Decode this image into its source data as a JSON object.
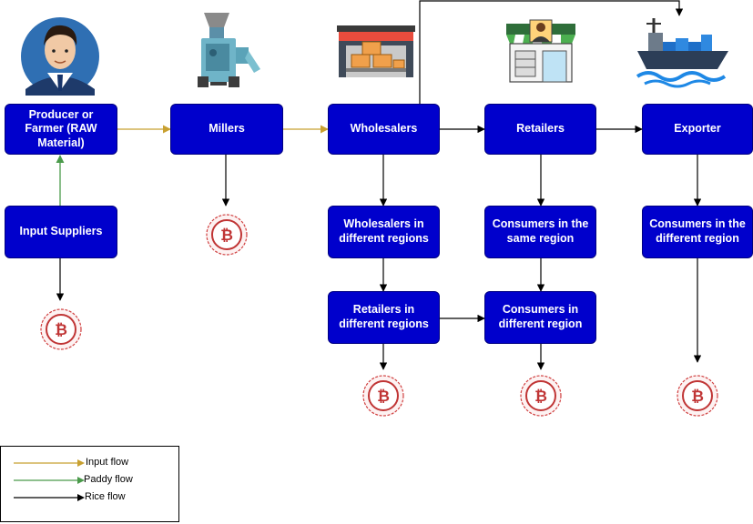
{
  "nodes": {
    "producer": "Producer or Farmer (RAW Material)",
    "millers": "Millers",
    "wholesalers": "Wholesalers",
    "retailers": "Retailers",
    "exporter": "Exporter",
    "input_suppliers": "Input Suppliers",
    "wholesalers_regions": "Wholesalers in different regions",
    "consumers_same": "Consumers in the same region",
    "consumers_diff_exporter": "Consumers in the different region",
    "retailers_regions": "Retailers in different regions",
    "consumers_diff": "Consumers in different region"
  },
  "legend": {
    "input_flow": "Input flow",
    "paddy_flow": "Paddy flow",
    "rice_flow": "Rice flow"
  },
  "colors": {
    "node_fill": "#0000cc",
    "input_flow": "#c8a030",
    "paddy_flow": "#4a9a4a",
    "rice_flow": "#000000",
    "coin": "#d04040"
  }
}
